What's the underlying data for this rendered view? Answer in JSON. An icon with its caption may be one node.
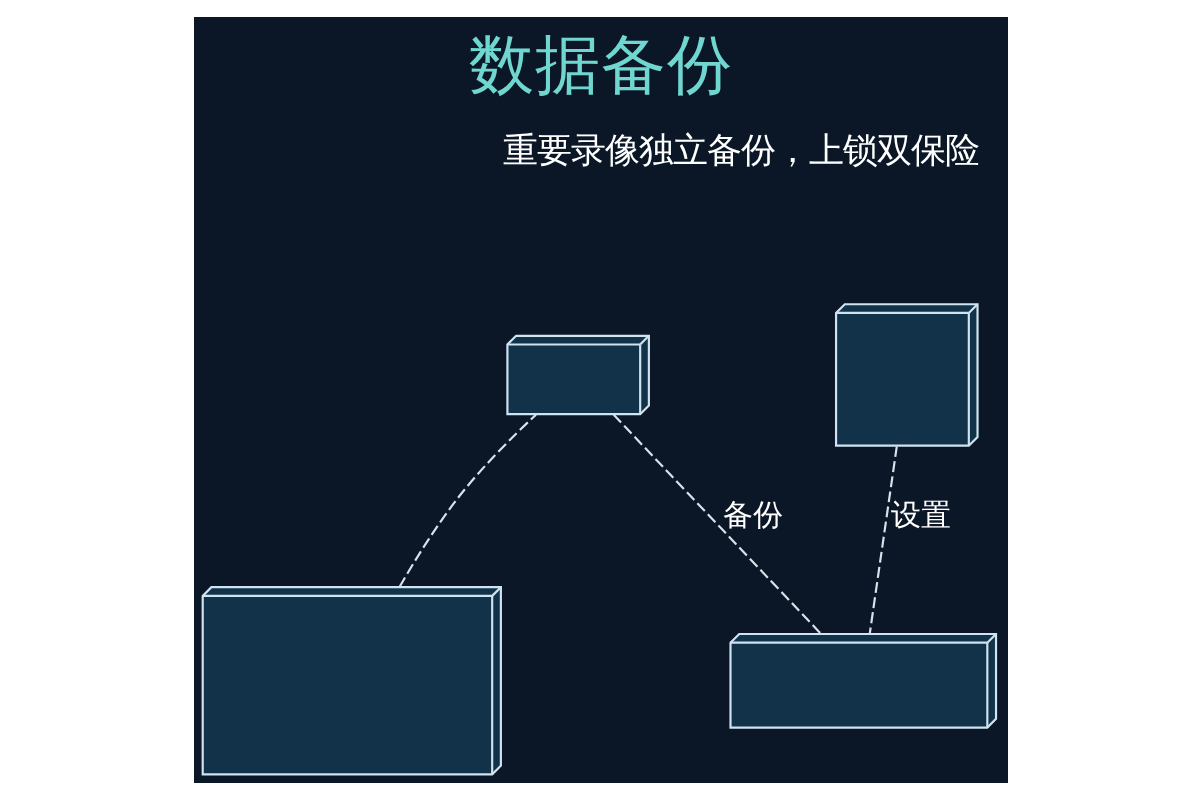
{
  "diagram": {
    "title": "数据备份",
    "nodes": [
      {
        "text": [],
        "shape": "picture"
      },
      {
        "text": [],
        "shape": "picture"
      },
      {
        "text": [],
        "shape": "picture"
      },
      {
        "text": [],
        "shape": "picture"
      }
    ],
    "edges": [
      {
        "from": 0,
        "to": 1,
        "arrow": "none",
        "style": "dashed"
      },
      {
        "from": 1,
        "to": 3,
        "arrow": "none",
        "style": "dashed",
        "label": "备份"
      },
      {
        "from": 2,
        "to": 3,
        "arrow": "none",
        "style": "dashed",
        "label": "设置"
      }
    ],
    "labels": [
      "重要录像独立备份，上锁双保险"
    ]
  }
}
